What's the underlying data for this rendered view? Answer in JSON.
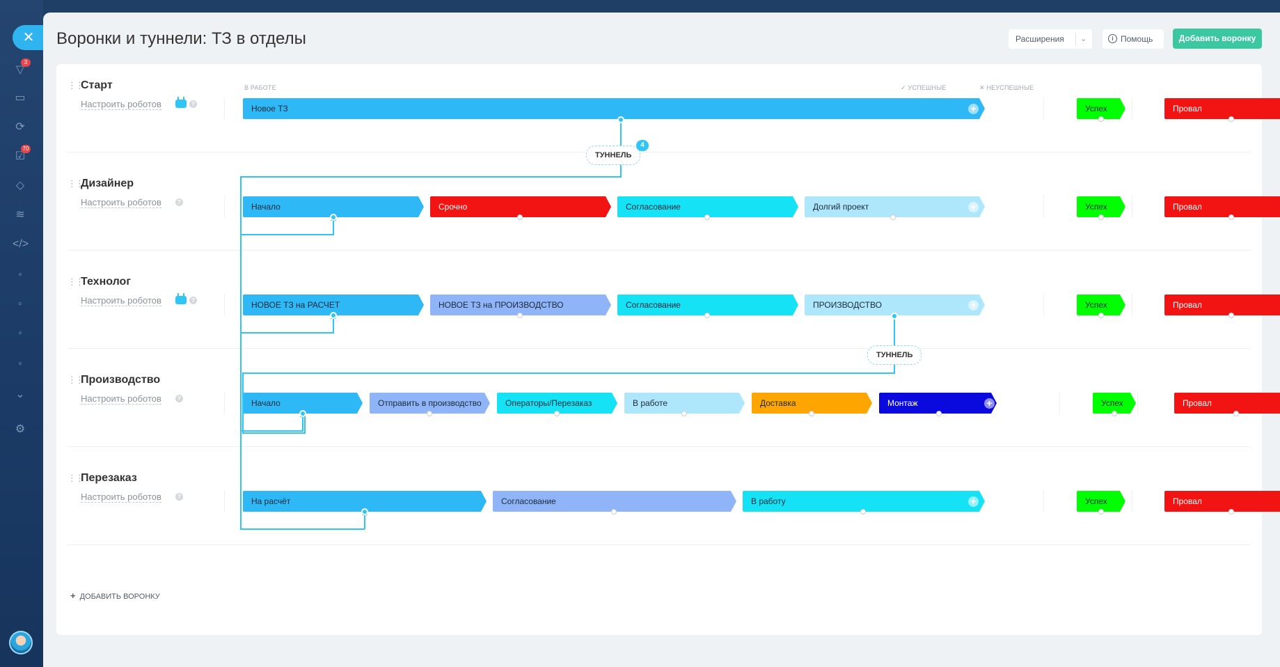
{
  "page": {
    "title": "Воронки и туннели: ТЗ в отделы",
    "extensions_label": "Расширения",
    "help_label": "Помощь",
    "add_funnel_label": "Добавить воронку",
    "add_funnel_bottom": "ДОБАВИТЬ ВОРОНКУ"
  },
  "columns": {
    "in_progress": "В РАБОТЕ",
    "success": "УСПЕШНЫЕ",
    "failure": "НЕУСПЕШНЫЕ"
  },
  "robots_label": "Настроить роботов",
  "nav_badges": [
    "3",
    "70"
  ],
  "funnels": [
    {
      "name": "Старт",
      "stages": [
        "Новое ТЗ"
      ],
      "success": "Успех",
      "fail": "Провал"
    },
    {
      "name": "Дизайнер",
      "stages": [
        "Начало",
        "Срочно",
        "Согласование",
        "Долгий проект"
      ],
      "success": "Успех",
      "fail": "Провал"
    },
    {
      "name": "Технолог",
      "stages": [
        "НОВОЕ ТЗ на РАСЧЕТ",
        "НОВОЕ ТЗ на ПРОИЗВОДСТВО",
        "Согласование",
        "ПРОИЗВОДСТВО"
      ],
      "success": "Успех",
      "fail": "Провал"
    },
    {
      "name": "Производство",
      "stages": [
        "Начало",
        "Отправить в производство",
        "Операторы/Перезаказ",
        "В работе",
        "Доставка",
        "Монтаж"
      ],
      "success": "Успех",
      "fail": "Провал"
    },
    {
      "name": "Перезаказ",
      "stages": [
        "На расчёт",
        "Согласование",
        "В работу"
      ],
      "success": "Успех",
      "fail": "Провал"
    }
  ],
  "tunnels": [
    {
      "label": "ТУННЕЛЬ",
      "count": "4"
    },
    {
      "label": "ТУННЕЛЬ"
    }
  ],
  "colors": {
    "blue": "#2fb8f6",
    "red": "#f21313",
    "cyan": "#15e2f5",
    "light_blue": "#aee6fb",
    "periwinkle": "#8fb4f8",
    "orange": "#ffa500",
    "dark_blue": "#0a0adf",
    "green": "#00ff00",
    "accent_green": "#3bc8a0",
    "tunnel_line": "#2fc6f6"
  }
}
